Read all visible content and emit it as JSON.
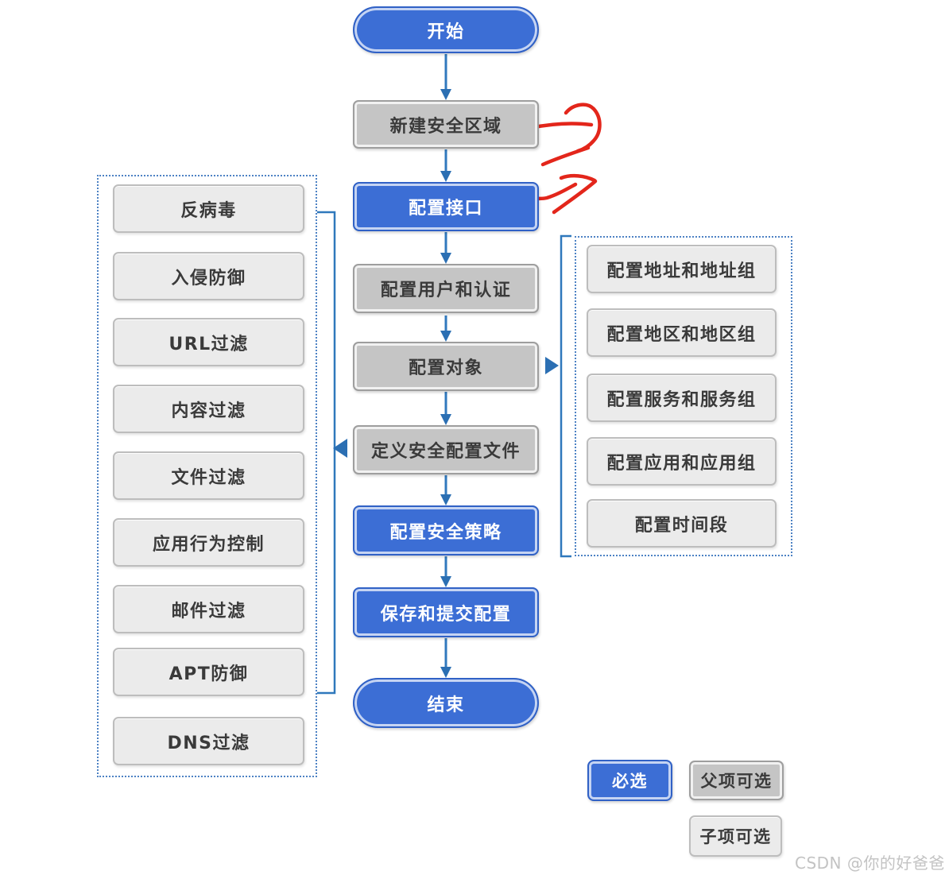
{
  "flow": {
    "start_label": "开始",
    "end_label": "结束",
    "steps": [
      {
        "label": "新建安全区域",
        "type": "parent-optional"
      },
      {
        "label": "配置接口",
        "type": "required"
      },
      {
        "label": "配置用户和认证",
        "type": "parent-optional"
      },
      {
        "label": "配置对象",
        "type": "parent-optional"
      },
      {
        "label": "定义安全配置文件",
        "type": "parent-optional"
      },
      {
        "label": "配置安全策略",
        "type": "required"
      },
      {
        "label": "保存和提交配置",
        "type": "required"
      }
    ]
  },
  "security_profiles_panel": {
    "items": [
      {
        "label": "反病毒"
      },
      {
        "label": "入侵防御"
      },
      {
        "label": "URL过滤"
      },
      {
        "label": "内容过滤"
      },
      {
        "label": "文件过滤"
      },
      {
        "label": "应用行为控制"
      },
      {
        "label": "邮件过滤"
      },
      {
        "label": "APT防御"
      },
      {
        "label": "DNS过滤"
      }
    ]
  },
  "objects_panel": {
    "items": [
      {
        "label": "配置地址和地址组"
      },
      {
        "label": "配置地区和地区组"
      },
      {
        "label": "配置服务和服务组"
      },
      {
        "label": "配置应用和应用组"
      },
      {
        "label": "配置时间段"
      }
    ]
  },
  "legend": {
    "required_label": "必选",
    "parent_optional_label": "父项可选",
    "child_optional_label": "子项可选"
  },
  "watermark": "CSDN @你的好爸爸",
  "colors": {
    "required_fill": "#3C6ED5",
    "parent_optional_fill": "#C5C5C5",
    "child_optional_fill": "#EBEBEB",
    "connector_blue": "#3179BE",
    "panel_dashed_border": "#4D82C4",
    "annotation_red": "#E3261B"
  }
}
